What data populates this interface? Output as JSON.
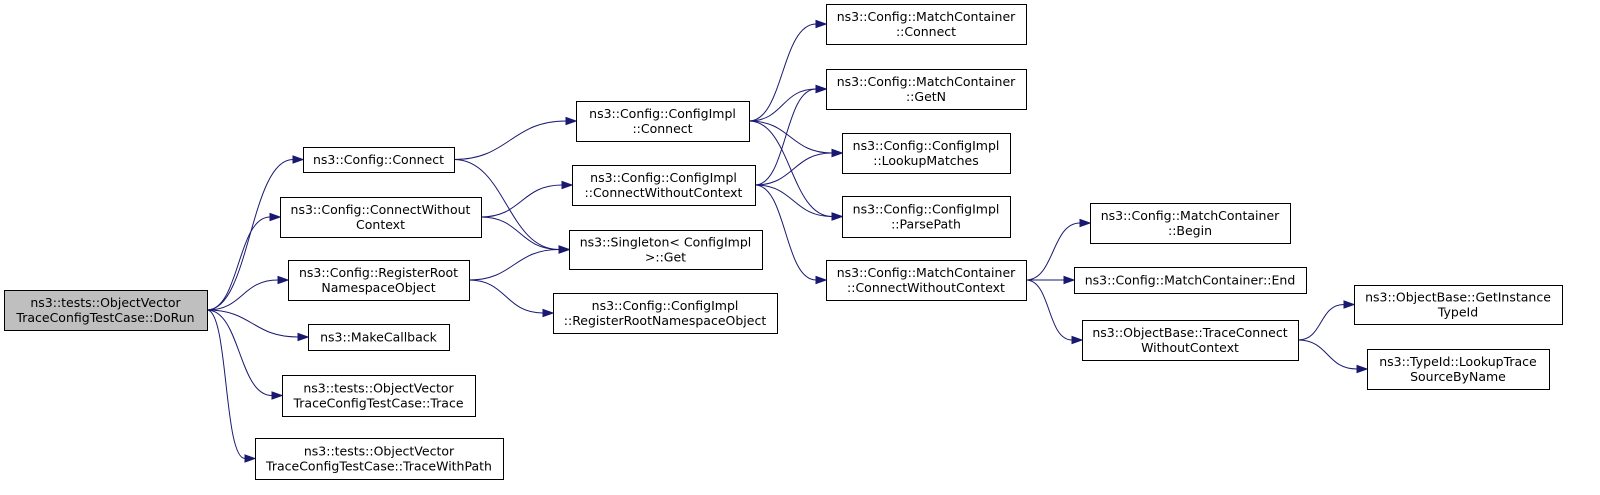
{
  "colors": {
    "edge": "#191970",
    "root_fill": "#bfbfbf",
    "node_fill": "#ffffff",
    "node_stroke": "#000000"
  },
  "nodes": {
    "dorun": {
      "lines": [
        "ns3::tests::ObjectVector",
        "TraceConfigTestCase::DoRun"
      ]
    },
    "config_connect": {
      "lines": [
        "ns3::Config::Connect"
      ]
    },
    "config_connect_without_context": {
      "lines": [
        "ns3::Config::ConnectWithout",
        "Context"
      ]
    },
    "config_register_root": {
      "lines": [
        "ns3::Config::RegisterRoot",
        "NamespaceObject"
      ]
    },
    "make_callback": {
      "lines": [
        "ns3::MakeCallback"
      ]
    },
    "trace": {
      "lines": [
        "ns3::tests::ObjectVector",
        "TraceConfigTestCase::Trace"
      ]
    },
    "trace_with_path": {
      "lines": [
        "ns3::tests::ObjectVector",
        "TraceConfigTestCase::TraceWithPath"
      ]
    },
    "configimpl_connect": {
      "lines": [
        "ns3::Config::ConfigImpl",
        "::Connect"
      ]
    },
    "configimpl_connect_without_context": {
      "lines": [
        "ns3::Config::ConfigImpl",
        "::ConnectWithoutContext"
      ]
    },
    "singleton_get": {
      "lines": [
        "ns3::Singleton< ConfigImpl",
        ">::Get"
      ]
    },
    "configimpl_register_root": {
      "lines": [
        "ns3::Config::ConfigImpl",
        "::RegisterRootNamespaceObject"
      ]
    },
    "mc_connect": {
      "lines": [
        "ns3::Config::MatchContainer",
        "::Connect"
      ]
    },
    "mc_getn": {
      "lines": [
        "ns3::Config::MatchContainer",
        "::GetN"
      ]
    },
    "configimpl_lookup_matches": {
      "lines": [
        "ns3::Config::ConfigImpl",
        "::LookupMatches"
      ]
    },
    "configimpl_parse_path": {
      "lines": [
        "ns3::Config::ConfigImpl",
        "::ParsePath"
      ]
    },
    "mc_connect_without_context": {
      "lines": [
        "ns3::Config::MatchContainer",
        "::ConnectWithoutContext"
      ]
    },
    "mc_begin": {
      "lines": [
        "ns3::Config::MatchContainer",
        "::Begin"
      ]
    },
    "mc_end": {
      "lines": [
        "ns3::Config::MatchContainer::End"
      ]
    },
    "objectbase_trace_connect": {
      "lines": [
        "ns3::ObjectBase::TraceConnect",
        "WithoutContext"
      ]
    },
    "objectbase_get_instance_typeid": {
      "lines": [
        "ns3::ObjectBase::GetInstance",
        "TypeId"
      ]
    },
    "typeid_lookup_trace": {
      "lines": [
        "ns3::TypeId::LookupTrace",
        "SourceByName"
      ]
    }
  },
  "edges": [
    [
      "dorun",
      "config_connect"
    ],
    [
      "dorun",
      "config_connect_without_context"
    ],
    [
      "dorun",
      "config_register_root"
    ],
    [
      "dorun",
      "make_callback"
    ],
    [
      "dorun",
      "trace"
    ],
    [
      "dorun",
      "trace_with_path"
    ],
    [
      "config_connect",
      "configimpl_connect"
    ],
    [
      "config_connect",
      "singleton_get"
    ],
    [
      "config_connect_without_context",
      "configimpl_connect_without_context"
    ],
    [
      "config_connect_without_context",
      "singleton_get"
    ],
    [
      "config_register_root",
      "singleton_get"
    ],
    [
      "config_register_root",
      "configimpl_register_root"
    ],
    [
      "configimpl_connect",
      "mc_connect"
    ],
    [
      "configimpl_connect",
      "mc_getn"
    ],
    [
      "configimpl_connect",
      "configimpl_lookup_matches"
    ],
    [
      "configimpl_connect",
      "configimpl_parse_path"
    ],
    [
      "configimpl_connect_without_context",
      "mc_getn"
    ],
    [
      "configimpl_connect_without_context",
      "configimpl_lookup_matches"
    ],
    [
      "configimpl_connect_without_context",
      "configimpl_parse_path"
    ],
    [
      "configimpl_connect_without_context",
      "mc_connect_without_context"
    ],
    [
      "mc_connect_without_context",
      "mc_begin"
    ],
    [
      "mc_connect_without_context",
      "mc_end"
    ],
    [
      "mc_connect_without_context",
      "objectbase_trace_connect"
    ],
    [
      "objectbase_trace_connect",
      "objectbase_get_instance_typeid"
    ],
    [
      "objectbase_trace_connect",
      "typeid_lookup_trace"
    ]
  ]
}
